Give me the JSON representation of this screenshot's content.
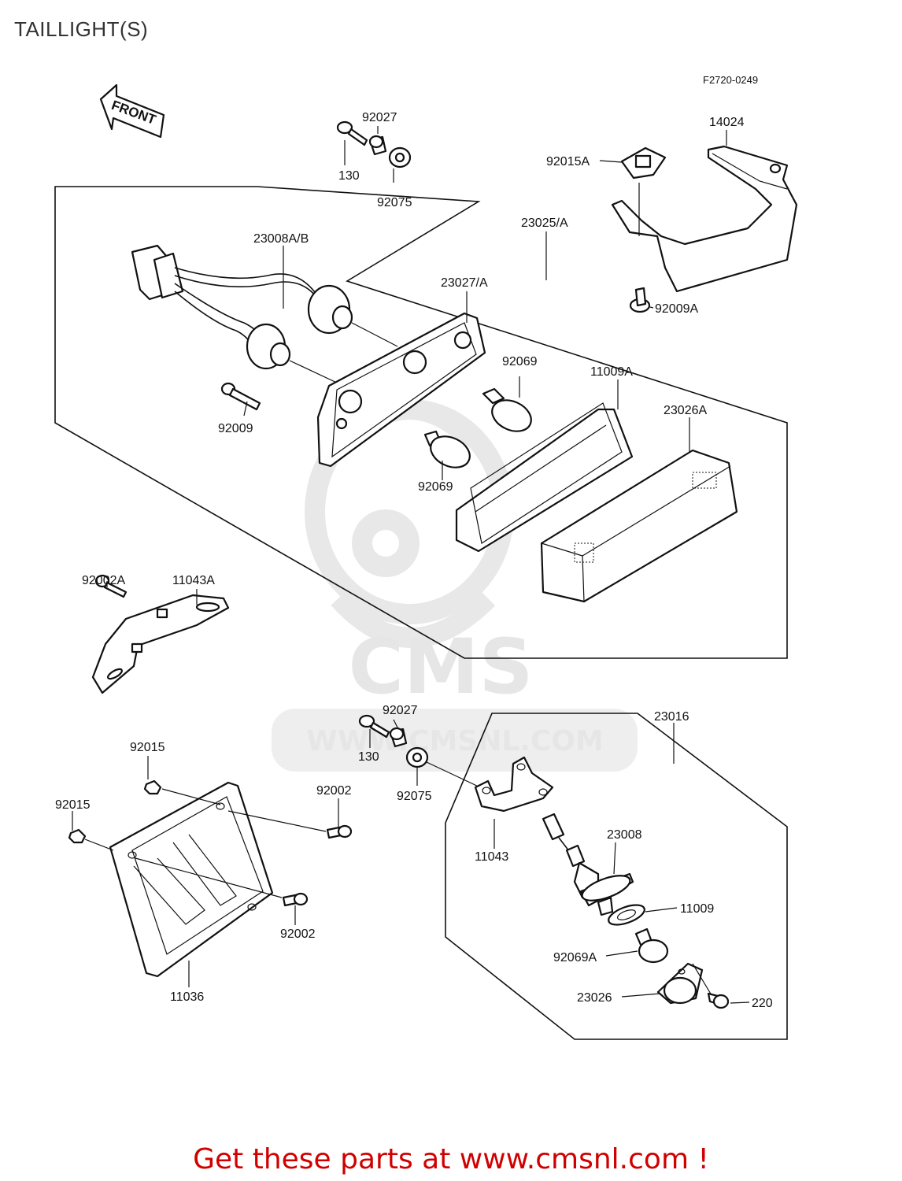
{
  "title": "TAILLIGHT(S)",
  "diagram_code": "F2720-0249",
  "front_label": "FRONT",
  "watermark": {
    "logo": "CMS",
    "url": "WWW.CMSNL.COM"
  },
  "labels": {
    "p92027a": "92027",
    "p130a": "130",
    "p92075a": "92075",
    "p14024": "14024",
    "p92015A": "92015A",
    "p23025A": "23025/A",
    "p23008AB": "23008A/B",
    "p23027A": "23027/A",
    "p92009A": "92009A",
    "p92069a": "92069",
    "p11009A": "11009A",
    "p23026A": "23026A",
    "p92009": "92009",
    "p92069b": "92069",
    "p92002A": "92002A",
    "p11043A": "11043A",
    "p92027b": "92027",
    "p23016": "23016",
    "p92015a": "92015",
    "p130b": "130",
    "p92002a": "92002",
    "p92015b": "92015",
    "p92075b": "92075",
    "p11043": "11043",
    "p23008": "23008",
    "p11009": "11009",
    "p92002b": "92002",
    "p92069A": "92069A",
    "p11036": "11036",
    "p23026": "23026",
    "p220": "220"
  },
  "footer": "Get these parts at www.cmsnl.com !"
}
